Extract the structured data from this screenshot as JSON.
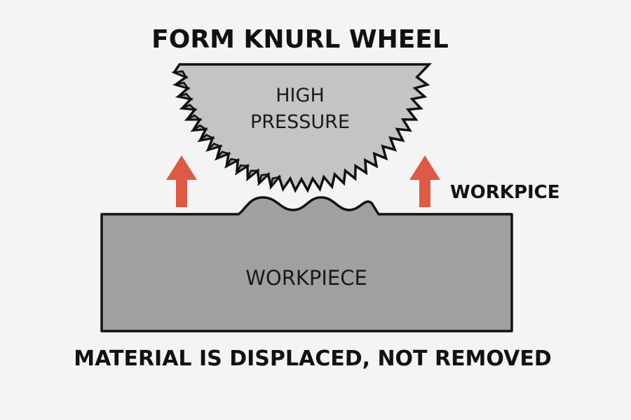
{
  "title": "FORM KNURL WHEEL",
  "wheel": {
    "label_line1": "HIGH",
    "label_line2": "PRESSURE",
    "fill_color": "#c4c4c4",
    "tooth_shade_color": "#9a9a9a",
    "outline_color": "#111111"
  },
  "arrows": {
    "color": "#dd5a47",
    "direction": "up",
    "count": 2
  },
  "side_label": "WORKPICE",
  "workpiece": {
    "label": "WORKPIECE",
    "fill_color": "#a0a0a0",
    "outline_color": "#111111",
    "raised_ridges": 3
  },
  "caption": "MATERIAL IS DISPLACED, NOT REMOVED",
  "background_color": "#f4f4f4"
}
